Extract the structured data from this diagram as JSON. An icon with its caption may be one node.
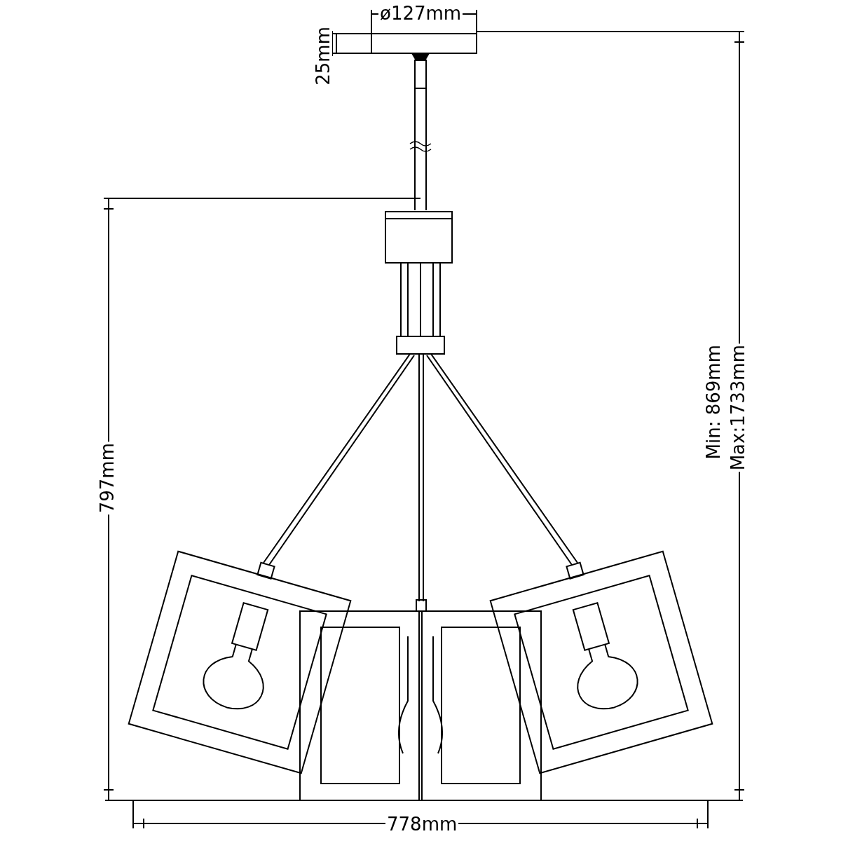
{
  "diagram": {
    "labels": [
      "ø127mm",
      "25mm",
      "797mm",
      "Min: 869mm",
      "Max:1733mm",
      "778mm"
    ]
  }
}
